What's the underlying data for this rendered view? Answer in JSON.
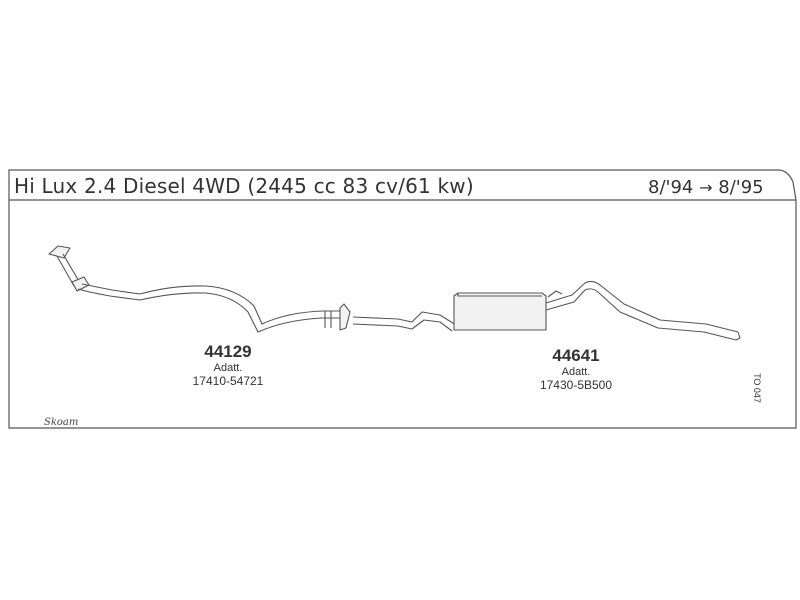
{
  "header": {
    "title": "Hi Lux 2.4 Diesel 4WD (2445 cc 83 cv/61 kw)",
    "date_from": "8/'94",
    "arrow": "→",
    "date_to": "8/'95"
  },
  "parts": [
    {
      "number": "44129",
      "adatt": "Adatt.",
      "oem": "17410-54721"
    },
    {
      "number": "44641",
      "adatt": "Adatt.",
      "oem": "17430-5B500"
    }
  ],
  "drawing_code": "TO 047",
  "brand": "Skoam",
  "colors": {
    "line": "#555555",
    "fill": "#f2f2f2",
    "text": "#333333"
  }
}
